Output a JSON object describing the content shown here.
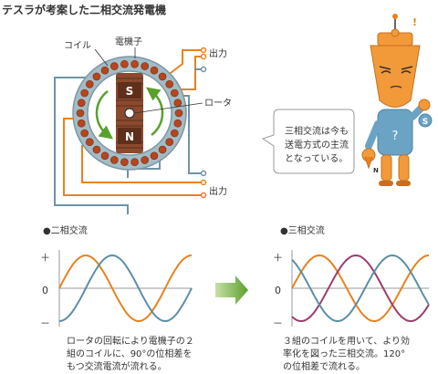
{
  "title": "テスラが考案した二相交流発電機",
  "generator": {
    "label_coil": "コイル",
    "label_stator": "電機子",
    "label_rotor": "ロータ",
    "label_output_top": "出力",
    "label_output_bottom": "出力",
    "pole_north": "N",
    "pole_south": "S"
  },
  "speech": {
    "line1": "三相交流は今も",
    "line2": "送電方式の主流",
    "line3": "となっている。"
  },
  "mascot": {
    "badge": "S",
    "belt": "N"
  },
  "two_phase": {
    "heading": "●二相交流",
    "axis_plus": "＋",
    "axis_zero": "0",
    "axis_minus": "－",
    "caption_line1": "ロータの回転により電機子の２",
    "caption_line2": "組のコイルに、90°の位相差を",
    "caption_line3": "もつ交流電流が流れる。"
  },
  "three_phase": {
    "heading": "●三相交流",
    "axis_plus": "＋",
    "axis_zero": "0",
    "axis_minus": "－",
    "caption_line1": "３組のコイルを用いて、より効",
    "caption_line2": "率化を図った三相交流。120°",
    "caption_line3": "の位相差で流れる。"
  },
  "chart_data": [
    {
      "type": "line",
      "title": "●二相交流",
      "x_unit": "degrees",
      "xlim": [
        0,
        450
      ],
      "ylim": [
        -1,
        1
      ],
      "y_ticks": [
        "＋",
        "0",
        "－"
      ],
      "series": [
        {
          "color": "#e8821e",
          "phase_deg": 0
        },
        {
          "color": "#5b8fa6",
          "phase_deg": 90
        }
      ]
    },
    {
      "type": "line",
      "title": "●三相交流",
      "x_unit": "degrees",
      "xlim": [
        0,
        450
      ],
      "ylim": [
        -1,
        1
      ],
      "y_ticks": [
        "＋",
        "0",
        "－"
      ],
      "series": [
        {
          "color": "#e8821e",
          "phase_deg": 0
        },
        {
          "color": "#9c3d6e",
          "phase_deg": 120
        },
        {
          "color": "#5b8fa6",
          "phase_deg": 240
        }
      ]
    }
  ],
  "colors": {
    "coil": "#b5461e",
    "stator": "#a3bcc6",
    "rotor": "#8b4a2e",
    "wire_orange": "#e8821e",
    "wire_blue": "#6f93a6",
    "arrow_green": "#5aa02c",
    "mascot": "#f29a3a"
  }
}
